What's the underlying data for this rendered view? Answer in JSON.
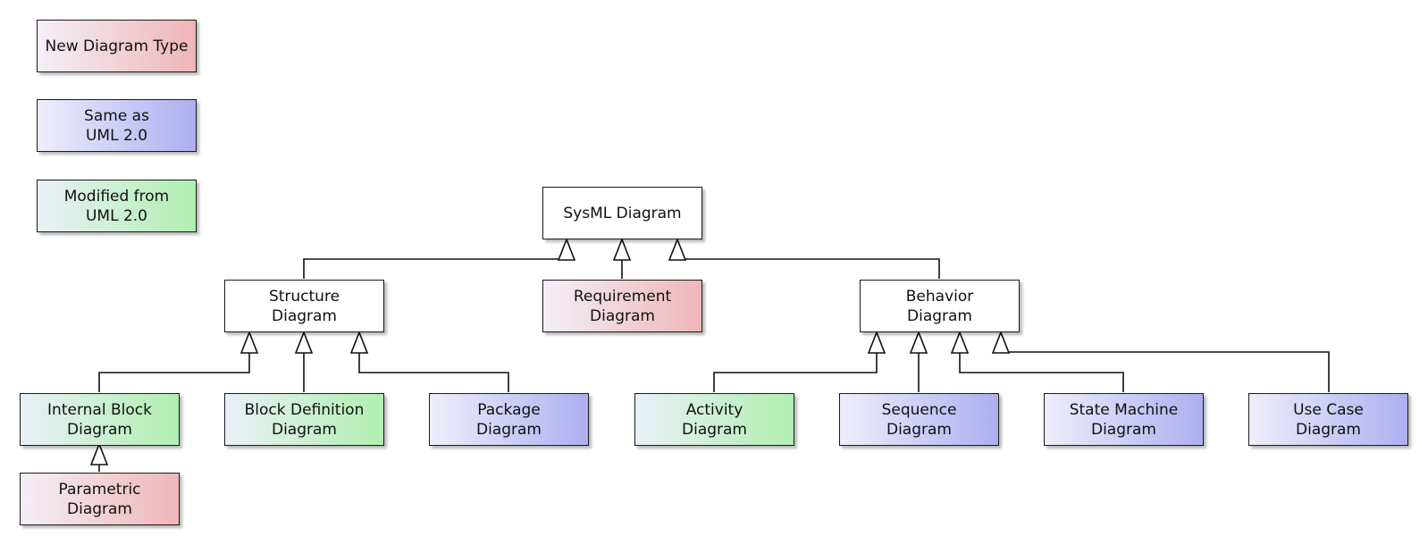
{
  "legend": {
    "new_type": "New Diagram Type",
    "same_as": "Same as\nUML 2.0",
    "modified_from": "Modified from\nUML 2.0"
  },
  "nodes": {
    "sysml": "SysML Diagram",
    "structure": "Structure\nDiagram",
    "requirement": "Requirement\nDiagram",
    "behavior": "Behavior\nDiagram",
    "internal_block": "Internal Block\nDiagram",
    "block_definition": "Block Definition\nDiagram",
    "package": "Package\nDiagram",
    "parametric": "Parametric\nDiagram",
    "activity": "Activity\nDiagram",
    "sequence": "Sequence\nDiagram",
    "state_machine": "State Machine\nDiagram",
    "use_case": "Use Case\nDiagram"
  },
  "colors": {
    "new_type": "#efb6b8",
    "same_as": "#adaff0",
    "modified_from": "#b0efb0",
    "line": "#111111"
  }
}
